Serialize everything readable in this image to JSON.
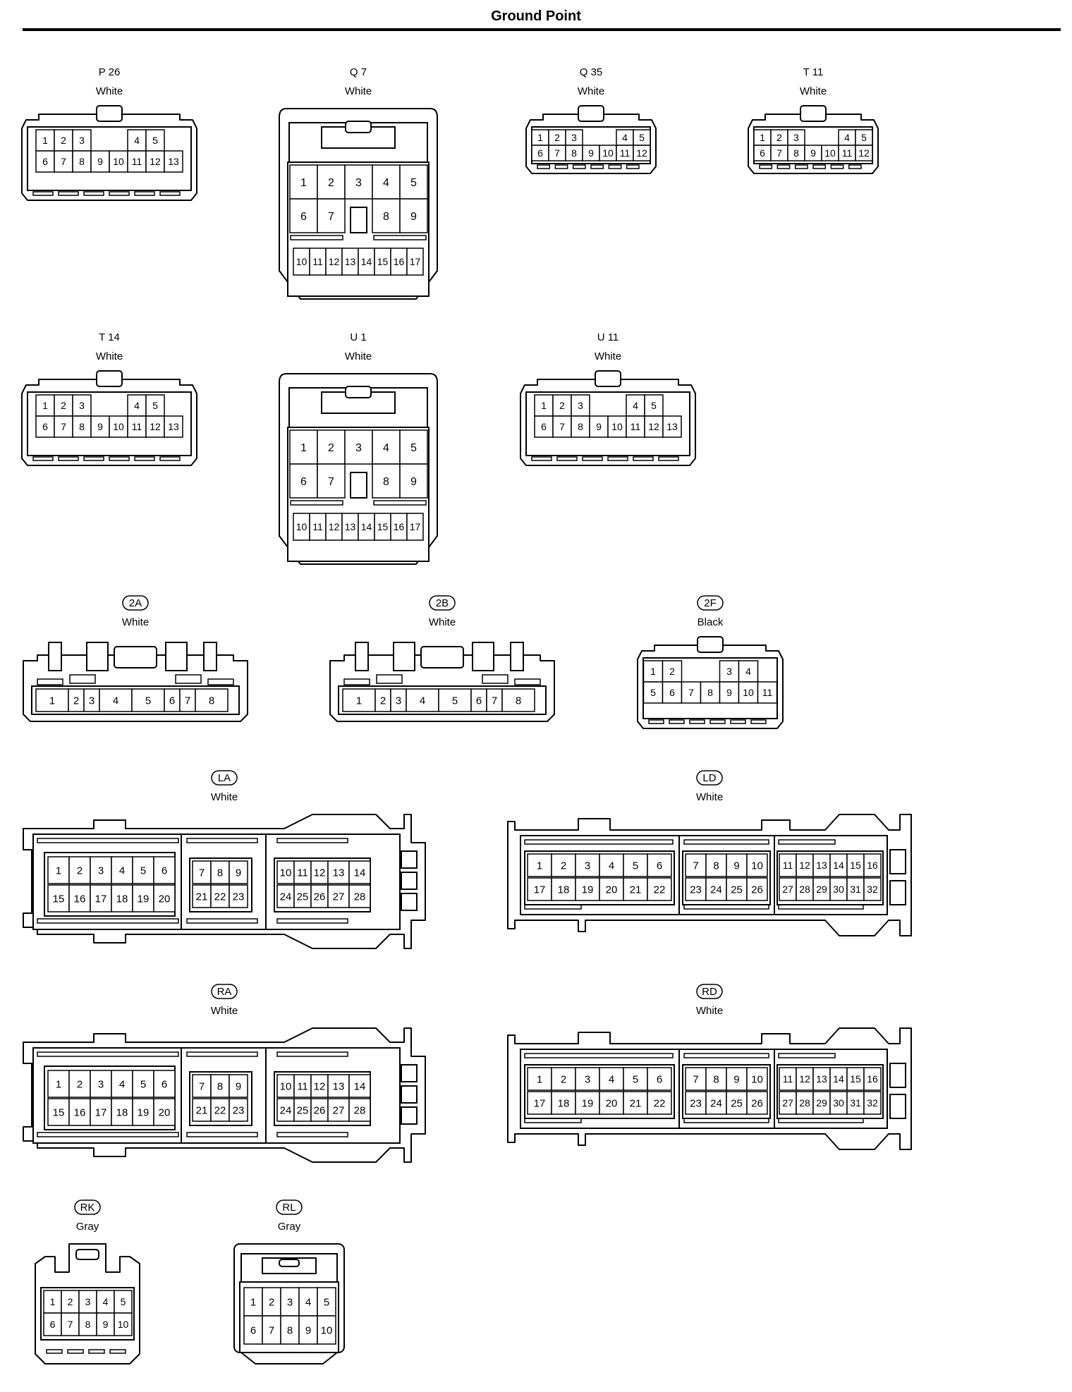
{
  "page": {
    "title": "Ground Point"
  },
  "connectors": [
    {
      "id": "P 26",
      "color": "White",
      "kind": "std",
      "circled": false,
      "rows": [
        [
          "1",
          "2",
          "3",
          null,
          null,
          "4",
          "5"
        ],
        [
          "6",
          "7",
          "8",
          "9",
          "10",
          "11",
          "12",
          "13"
        ]
      ]
    },
    {
      "id": "Q 7",
      "color": "White",
      "kind": "q7",
      "circled": false,
      "rows": [
        [
          "1",
          "2",
          "3",
          "4",
          "5"
        ],
        [
          "6",
          "7",
          null,
          "8",
          "9"
        ],
        [
          "10",
          "11",
          "12",
          "13",
          "14",
          "15",
          "16",
          "17"
        ]
      ]
    },
    {
      "id": "Q 35",
      "color": "White",
      "kind": "std",
      "circled": false,
      "rows": [
        [
          "1",
          "2",
          "3",
          null,
          null,
          "4",
          "5"
        ],
        [
          "6",
          "7",
          "8",
          "9",
          "10",
          "11",
          "12"
        ]
      ]
    },
    {
      "id": "T 11",
      "color": "White",
      "kind": "std",
      "circled": false,
      "rows": [
        [
          "1",
          "2",
          "3",
          null,
          null,
          "4",
          "5"
        ],
        [
          "6",
          "7",
          "8",
          "9",
          "10",
          "11",
          "12"
        ]
      ]
    },
    {
      "id": "T 14",
      "color": "White",
      "kind": "std",
      "circled": false,
      "rows": [
        [
          "1",
          "2",
          "3",
          null,
          null,
          "4",
          "5"
        ],
        [
          "6",
          "7",
          "8",
          "9",
          "10",
          "11",
          "12",
          "13"
        ]
      ]
    },
    {
      "id": "U 1",
      "color": "White",
      "kind": "q7",
      "circled": false,
      "rows": [
        [
          "1",
          "2",
          "3",
          "4",
          "5"
        ],
        [
          "6",
          "7",
          null,
          "8",
          "9"
        ],
        [
          "10",
          "11",
          "12",
          "13",
          "14",
          "15",
          "16",
          "17"
        ]
      ]
    },
    {
      "id": "U 11",
      "color": "White",
      "kind": "std",
      "circled": false,
      "rows": [
        [
          "1",
          "2",
          "3",
          null,
          null,
          "4",
          "5"
        ],
        [
          "6",
          "7",
          "8",
          "9",
          "10",
          "11",
          "12",
          "13"
        ]
      ]
    },
    {
      "id": "2A",
      "color": "White",
      "kind": "single",
      "circled": true,
      "rows": [
        [
          "1",
          "2",
          "3",
          "4",
          "5",
          "6",
          "7",
          "8"
        ]
      ]
    },
    {
      "id": "2B",
      "color": "White",
      "kind": "single",
      "circled": true,
      "rows": [
        [
          "1",
          "2",
          "3",
          "4",
          "5",
          "6",
          "7",
          "8"
        ]
      ]
    },
    {
      "id": "2F",
      "color": "Black",
      "kind": "std",
      "circled": true,
      "rows": [
        [
          "1",
          "2",
          null,
          null,
          "3",
          "4"
        ],
        [
          "5",
          "6",
          "7",
          "8",
          "9",
          "10",
          "11"
        ]
      ]
    },
    {
      "id": "LA",
      "color": "White",
      "kind": "la",
      "circled": true,
      "groups": [
        {
          "rows": [
            [
              "1",
              "2",
              "3",
              "4",
              "5",
              "6"
            ],
            [
              "15",
              "16",
              "17",
              "18",
              "19",
              "20"
            ]
          ]
        },
        {
          "rows": [
            [
              "7",
              "8",
              "9"
            ],
            [
              "21",
              "22",
              "23"
            ]
          ]
        },
        {
          "rows": [
            [
              "10",
              "11",
              "12",
              "13",
              "14"
            ],
            [
              "24",
              "25",
              "26",
              "27",
              "28"
            ]
          ]
        }
      ]
    },
    {
      "id": "LD",
      "color": "White",
      "kind": "ld",
      "circled": true,
      "groups": [
        {
          "rows": [
            [
              "1",
              "2",
              "3",
              "4",
              "5",
              "6"
            ],
            [
              "17",
              "18",
              "19",
              "20",
              "21",
              "22"
            ]
          ]
        },
        {
          "rows": [
            [
              "7",
              "8",
              "9",
              "10"
            ],
            [
              "23",
              "24",
              "25",
              "26"
            ]
          ]
        },
        {
          "rows": [
            [
              "11",
              "12",
              "13",
              "14",
              "15",
              "16"
            ],
            [
              "27",
              "28",
              "29",
              "30",
              "31",
              "32"
            ]
          ]
        }
      ]
    },
    {
      "id": "RA",
      "color": "White",
      "kind": "la",
      "circled": true,
      "groups": [
        {
          "rows": [
            [
              "1",
              "2",
              "3",
              "4",
              "5",
              "6"
            ],
            [
              "15",
              "16",
              "17",
              "18",
              "19",
              "20"
            ]
          ]
        },
        {
          "rows": [
            [
              "7",
              "8",
              "9"
            ],
            [
              "21",
              "22",
              "23"
            ]
          ]
        },
        {
          "rows": [
            [
              "10",
              "11",
              "12",
              "13",
              "14"
            ],
            [
              "24",
              "25",
              "26",
              "27",
              "28"
            ]
          ]
        }
      ]
    },
    {
      "id": "RD",
      "color": "White",
      "kind": "ld",
      "circled": true,
      "groups": [
        {
          "rows": [
            [
              "1",
              "2",
              "3",
              "4",
              "5",
              "6"
            ],
            [
              "17",
              "18",
              "19",
              "20",
              "21",
              "22"
            ]
          ]
        },
        {
          "rows": [
            [
              "7",
              "8",
              "9",
              "10"
            ],
            [
              "23",
              "24",
              "25",
              "26"
            ]
          ]
        },
        {
          "rows": [
            [
              "11",
              "12",
              "13",
              "14",
              "15",
              "16"
            ],
            [
              "27",
              "28",
              "29",
              "30",
              "31",
              "32"
            ]
          ]
        }
      ]
    },
    {
      "id": "RK",
      "color": "Gray",
      "kind": "rk",
      "circled": true,
      "rows": [
        [
          "1",
          "2",
          "3",
          "4",
          "5"
        ],
        [
          "6",
          "7",
          "8",
          "9",
          "10"
        ]
      ]
    },
    {
      "id": "RL",
      "color": "Gray",
      "kind": "rl",
      "circled": true,
      "rows": [
        [
          "1",
          "2",
          "3",
          "4",
          "5"
        ],
        [
          "6",
          "7",
          "8",
          "9",
          "10"
        ]
      ]
    }
  ]
}
